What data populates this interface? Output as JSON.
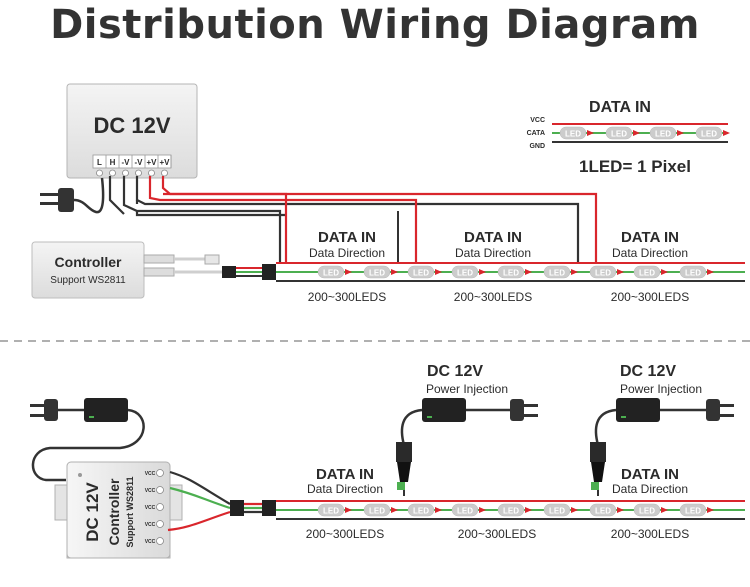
{
  "title": "Distribution Wiring Diagram",
  "colors": {
    "red": "#d9262c",
    "green": "#4caf50",
    "black": "#333333",
    "led": "#cccccc",
    "arrow": "#d9262c"
  },
  "top": {
    "psu": {
      "voltage": "DC 12V",
      "terminals": [
        "L",
        "H",
        "-V",
        "-V",
        "+V",
        "+V"
      ]
    },
    "controller": {
      "name": "Controller",
      "support": "Support WS2811"
    },
    "legend": {
      "data_in": "DATA   IN",
      "vcc": "VCC",
      "cata": "CATA",
      "gnd": "GND",
      "pixel_note": "1LED= 1 Pixel"
    },
    "segments": [
      {
        "data_in": "DATA  IN",
        "direction": "Data Direction",
        "count": "200~300LEDS"
      },
      {
        "data_in": "DATA  IN",
        "direction": "Data Direction",
        "count": "200~300LEDS"
      },
      {
        "data_in": "DATA  IN",
        "direction": "Data Direction",
        "count": "200~300LEDS"
      }
    ]
  },
  "bottom": {
    "controller": {
      "voltage": "DC 12V",
      "name": "Controller",
      "support": "Support WS2811",
      "pins": [
        "VCC",
        "VCC",
        "VCC",
        "VCC",
        "VCC"
      ]
    },
    "injections": [
      {
        "voltage": "DC 12V",
        "label": "Power Injection"
      },
      {
        "voltage": "DC 12V",
        "label": "Power Injection"
      }
    ],
    "segments": [
      {
        "data_in": "DATA  IN",
        "direction": "Data Direction",
        "count": "200~300LEDS"
      },
      {
        "count": "200~300LEDS"
      },
      {
        "data_in": "DATA  IN",
        "direction": "Data Direction",
        "count": "200~300LEDS"
      }
    ]
  },
  "led_label": "LED"
}
